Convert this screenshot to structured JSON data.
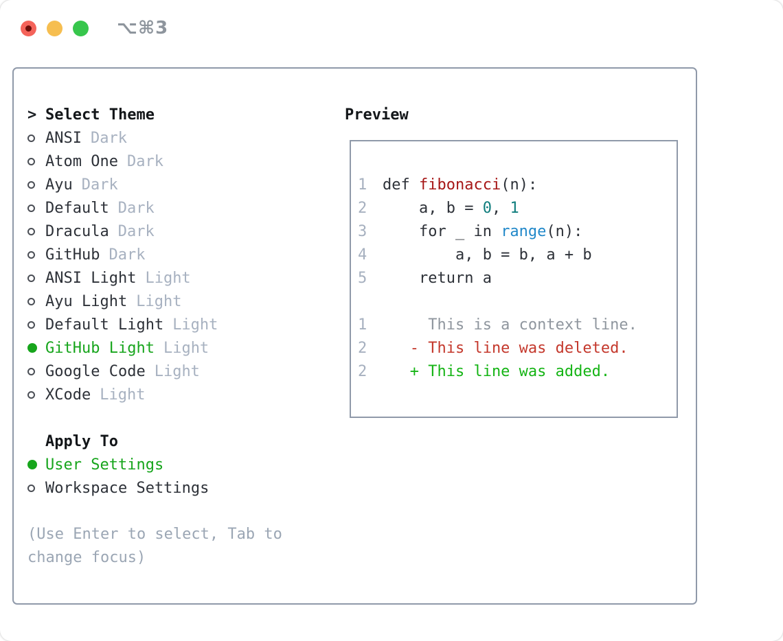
{
  "window": {
    "title": "⌥⌘3",
    "traffic_lights": {
      "close_color": "#f4635a",
      "minimize_color": "#f6be50",
      "zoom_color": "#37c64c"
    }
  },
  "theme_picker": {
    "header_marker": ">",
    "header": "Select Theme",
    "themes": [
      {
        "name": "ANSI",
        "tag": "Dark",
        "selected": false
      },
      {
        "name": "Atom One",
        "tag": "Dark",
        "selected": false
      },
      {
        "name": "Ayu",
        "tag": "Dark",
        "selected": false
      },
      {
        "name": "Default",
        "tag": "Dark",
        "selected": false
      },
      {
        "name": "Dracula",
        "tag": "Dark",
        "selected": false
      },
      {
        "name": "GitHub",
        "tag": "Dark",
        "selected": false
      },
      {
        "name": "ANSI Light",
        "tag": "Light",
        "selected": false
      },
      {
        "name": "Ayu Light",
        "tag": "Light",
        "selected": false
      },
      {
        "name": "Default Light",
        "tag": "Light",
        "selected": false
      },
      {
        "name": "GitHub Light",
        "tag": "Light",
        "selected": true
      },
      {
        "name": "Google Code",
        "tag": "Light",
        "selected": false
      },
      {
        "name": "XCode",
        "tag": "Light",
        "selected": false
      }
    ],
    "apply_to": {
      "header": "Apply To",
      "options": [
        {
          "label": "User Settings",
          "selected": true
        },
        {
          "label": "Workspace Settings",
          "selected": false
        }
      ]
    },
    "hint_lines": [
      "(Use Enter to select, Tab to",
      "change focus)"
    ]
  },
  "preview": {
    "title": "Preview",
    "lines": [
      {
        "number": "1",
        "tokens": [
          {
            "text": "def ",
            "style": "plain"
          },
          {
            "text": "fibonacci",
            "style": "function"
          },
          {
            "text": "(n):",
            "style": "plain"
          }
        ]
      },
      {
        "number": "2",
        "tokens": [
          {
            "text": "    a, b = ",
            "style": "plain"
          },
          {
            "text": "0",
            "style": "number"
          },
          {
            "text": ", ",
            "style": "plain"
          },
          {
            "text": "1",
            "style": "number"
          }
        ]
      },
      {
        "number": "3",
        "tokens": [
          {
            "text": "    for _ in ",
            "style": "plain"
          },
          {
            "text": "range",
            "style": "builtin"
          },
          {
            "text": "(n):",
            "style": "plain"
          }
        ]
      },
      {
        "number": "4",
        "tokens": [
          {
            "text": "        a, b = b, a + b",
            "style": "plain"
          }
        ]
      },
      {
        "number": "5",
        "tokens": [
          {
            "text": "    return a",
            "style": "plain"
          }
        ]
      },
      {
        "number": "",
        "tokens": []
      },
      {
        "number": "1",
        "tokens": [
          {
            "text": "     This is a context line.",
            "style": "context"
          }
        ]
      },
      {
        "number": "2",
        "tokens": [
          {
            "text": "   - This line was deleted.",
            "style": "deleted"
          }
        ]
      },
      {
        "number": "2",
        "tokens": [
          {
            "text": "   + This line was added.",
            "style": "added"
          }
        ]
      }
    ]
  },
  "colors": {
    "accent_green": "#17a51c",
    "added_green": "#15b415",
    "deleted_red": "#c4382c",
    "function_red": "#a61717",
    "number_teal": "#0f7d7d",
    "builtin_blue": "#2188c9",
    "tag_gray": "#a7b1c0",
    "line_number_gray": "#a6b0bf",
    "hint_gray": "#9ba6b4",
    "border_gray": "#8f99a9"
  }
}
